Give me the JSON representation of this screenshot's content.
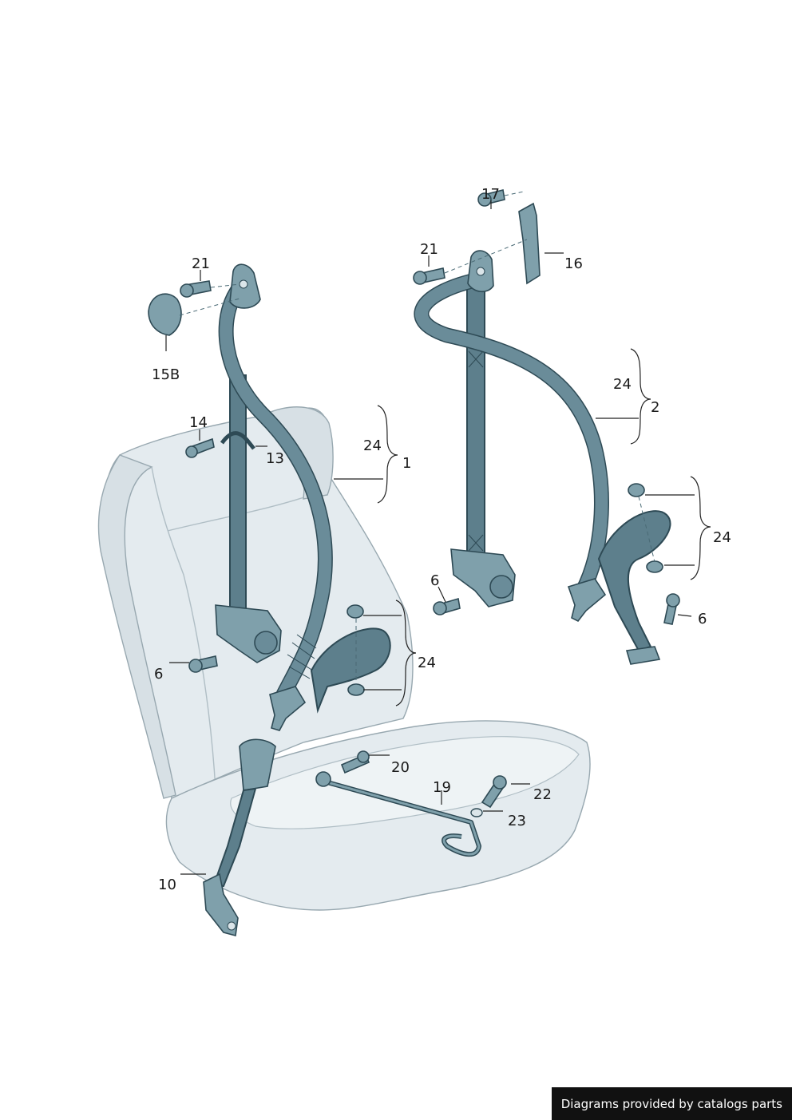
{
  "labels": {
    "l_21a": "21",
    "l_15b": "15B",
    "l_14": "14",
    "l_13": "13",
    "l_24a": "24",
    "l_1": "1",
    "l_6a": "6",
    "l_24b": "24",
    "l_10": "10",
    "l_20": "20",
    "l_19": "19",
    "l_22": "22",
    "l_23": "23",
    "l_17": "17",
    "l_21b": "21",
    "l_16": "16",
    "l_24c": "24",
    "l_2": "2",
    "l_6b": "6",
    "l_24d": "24",
    "l_6c": "6"
  },
  "footer": {
    "text": "Diagrams provided by catalogs parts"
  },
  "colors": {
    "belt": "#5d7f8c",
    "seat": "#e4ebef",
    "footer_bg": "#111111"
  }
}
